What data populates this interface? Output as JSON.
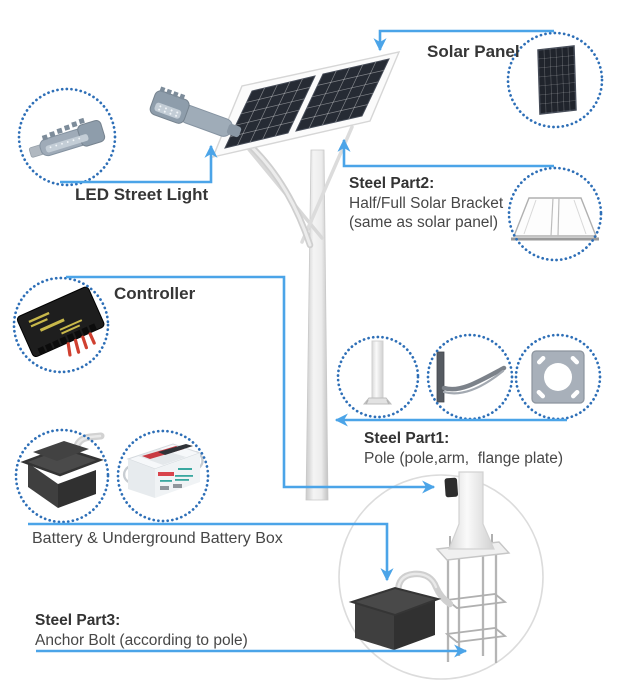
{
  "diagram_title": "Solar street light components diagram",
  "labels": {
    "solar_panel": "Solar Panel",
    "led": "LED Street Light",
    "steel2_title": "Steel Part2:",
    "steel2_desc1": "Half/Full Solar Bracket",
    "steel2_desc2": "(same as solar panel)",
    "controller": "Controller",
    "steel1_title": "Steel Part1:",
    "steel1_desc1": "Pole (pole,arm,  flange plate)",
    "battery": "Battery & Underground Battery Box",
    "steel3_title": "Steel Part3:",
    "steel3_desc1": "Anchor Bolt (according to pole)"
  },
  "icons": {
    "led_street_light": "led-street-light-icon",
    "solar_panel": "solar-panel-icon",
    "solar_bracket": "solar-bracket-icon",
    "controller": "controller-icon",
    "pole": "pole-icon",
    "arm": "arm-icon",
    "flange_plate": "flange-plate-icon",
    "battery_box": "battery-box-icon",
    "battery": "battery-icon",
    "underground_installation": "underground-installation-illustration"
  },
  "colors": {
    "connector_blue": "#4BA4E8",
    "dotted_circle_blue": "#2E6FB7",
    "text_dark": "#3A3A3A",
    "panel_dark": "#262B34",
    "big_circle_gray": "#DCDCDC"
  }
}
